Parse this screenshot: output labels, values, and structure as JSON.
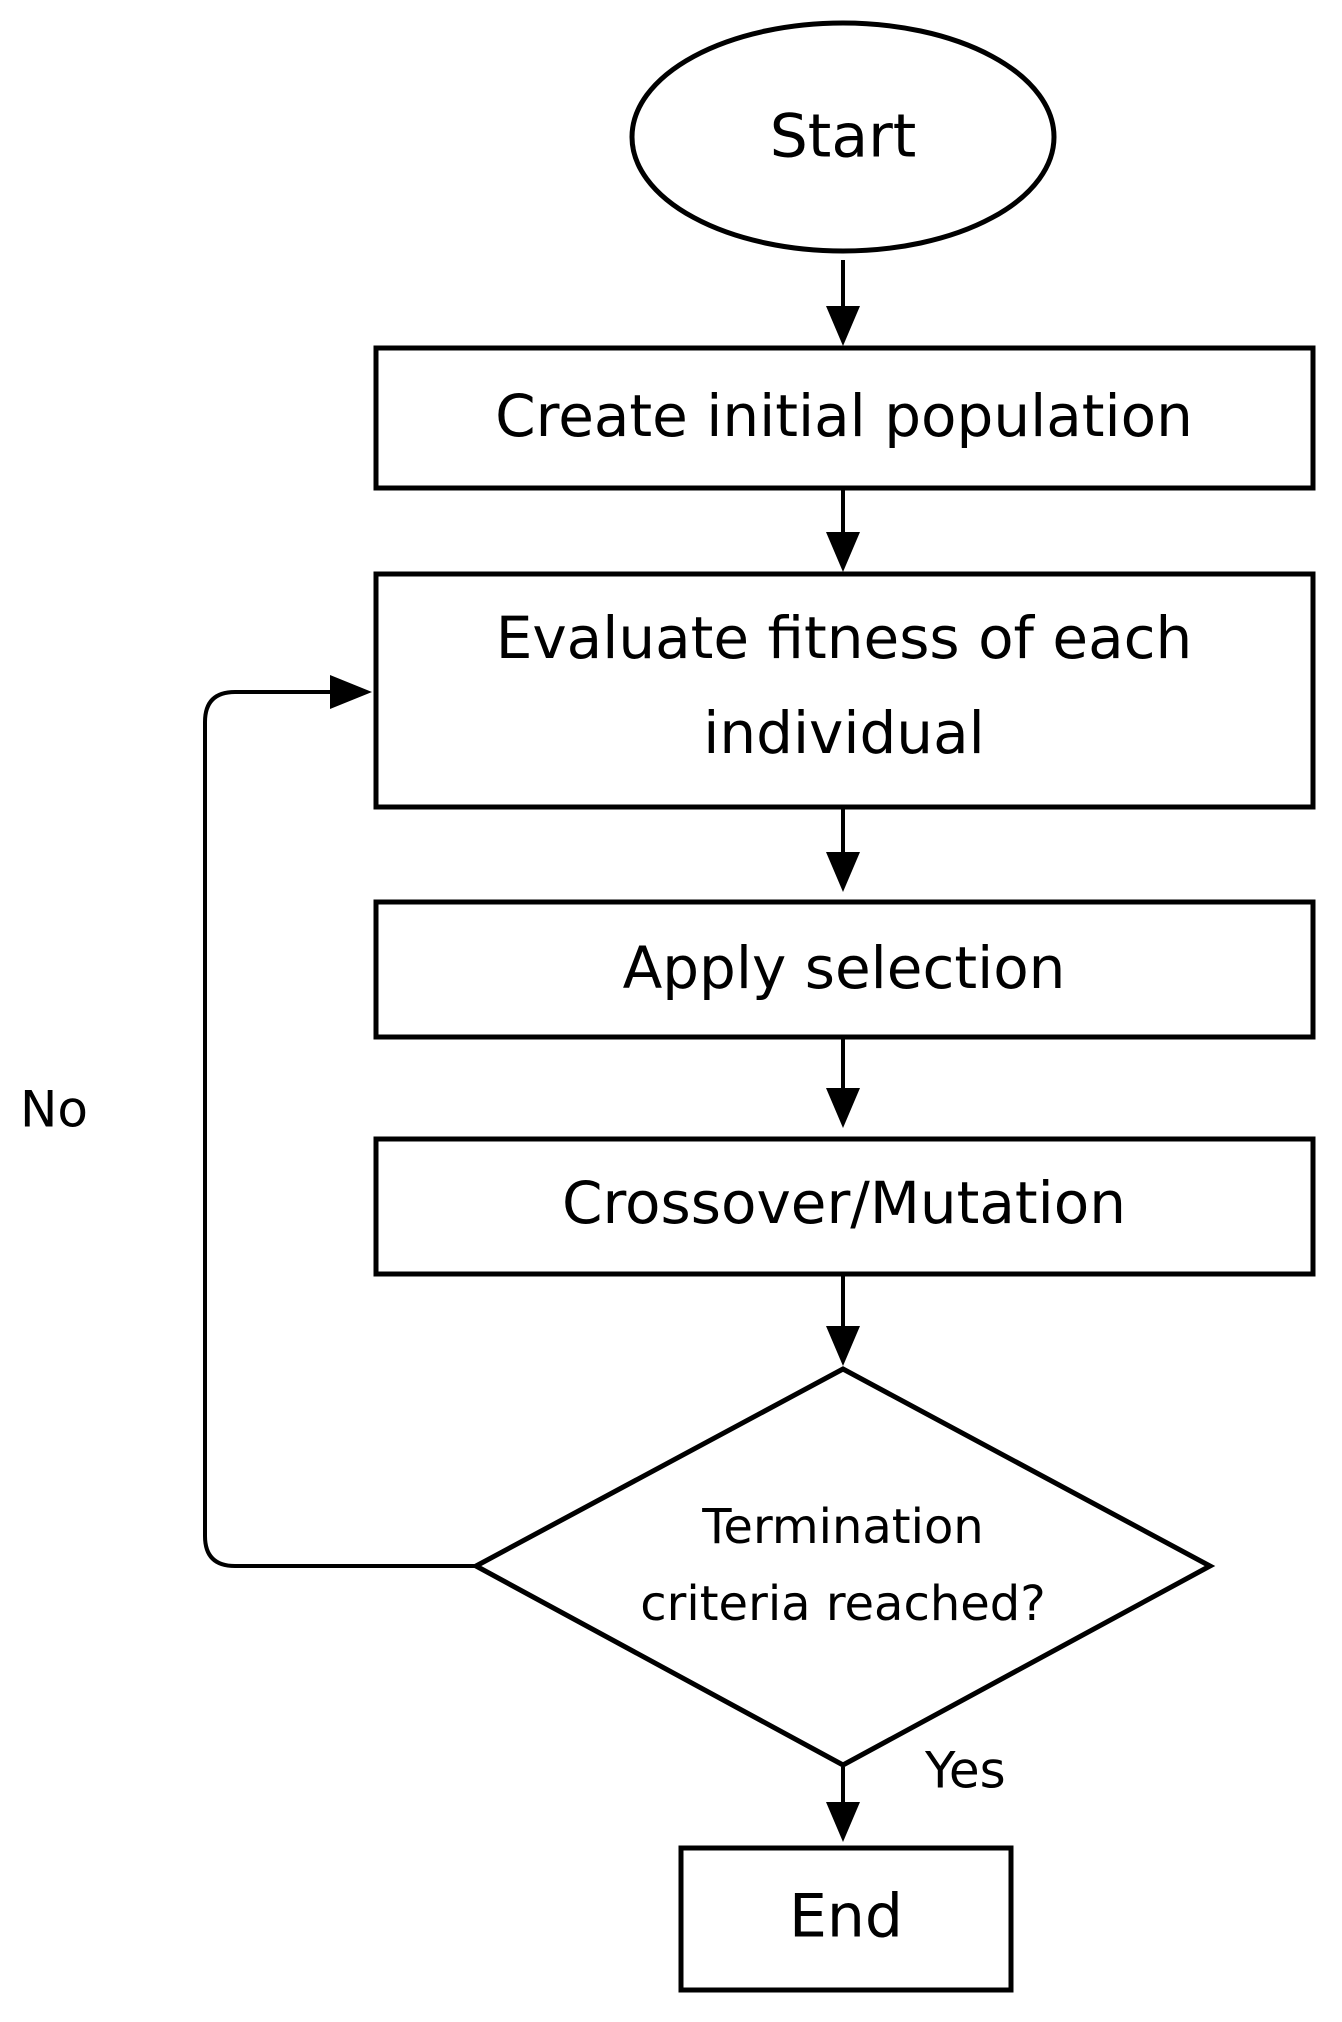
{
  "nodes": {
    "start": "Start",
    "create": "Create initial population",
    "evaluate": [
      "Evaluate fitness of each",
      "individual"
    ],
    "selection": "Apply selection",
    "crossover": "Crossover/Mutation",
    "decision": [
      "Termination",
      "criteria reached?"
    ],
    "end": "End"
  },
  "edges": {
    "no_label": "No",
    "yes_label": "Yes"
  },
  "colors": {
    "stroke": "#000000",
    "fill": "#ffffff",
    "background": "#ffffff"
  }
}
